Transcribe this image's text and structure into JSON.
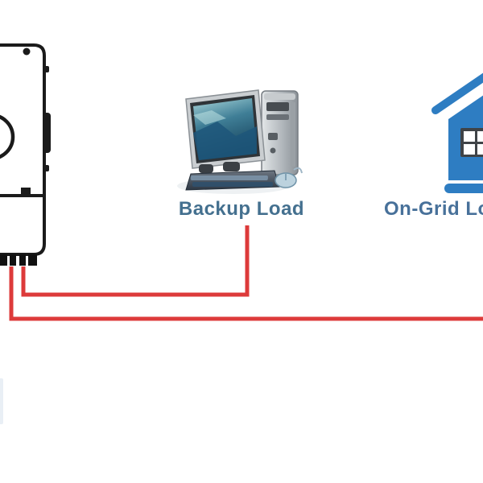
{
  "diagram": {
    "type": "solar-inverter-wiring-diagram",
    "labels": {
      "backup_load": "Backup Load",
      "on_grid_load": "On-Grid Load"
    },
    "icons": [
      {
        "name": "inverter-icon",
        "description": "hybrid inverter unit, partially cut off at left edge, black outline with side handle, round dial and bottom terminals"
      },
      {
        "name": "computer-icon",
        "description": "desktop PC with monitor, tower, keyboard and mouse representing backup load"
      },
      {
        "name": "house-icon",
        "description": "blue house with white window, partially cut off at right edge, representing on-grid load"
      },
      {
        "name": "partial-icon-sliver",
        "description": "faint edge of an icon cut off at left image border"
      }
    ],
    "connections": [
      {
        "from": "inverter-backup-terminal",
        "to": "backup-load",
        "color": "#dd3a3a"
      },
      {
        "from": "inverter-grid-terminal",
        "to": "on-grid-load",
        "color": "#dd3a3a",
        "note": "runs off right edge of image"
      }
    ],
    "colors": {
      "wire_red": "#dd3a3a",
      "house_blue": "#2e7dc2",
      "label_teal": "#44708f",
      "outline_black": "#1b1b1b"
    }
  }
}
